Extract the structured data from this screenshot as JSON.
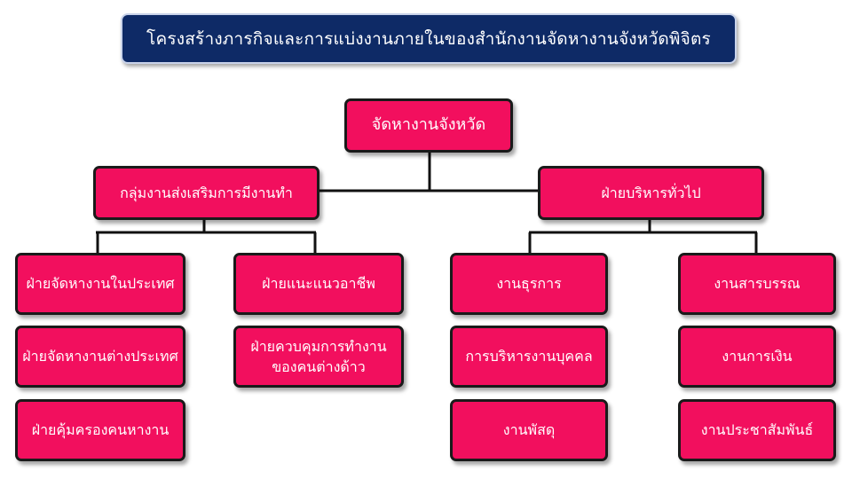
{
  "title": "โครงสร้างภารกิจและการแบ่งงานภายในของสำนักงานจัดหางานจังหวัดพิจิตร",
  "colors": {
    "box_fill": "#f20f5e",
    "title_bg": "#0e2a66",
    "line": "#111111"
  },
  "nodes": {
    "root": "จัดหางานจังหวัด",
    "left_group": "กลุ่มงานส่งเสริมการมีงานทำ",
    "right_group": "ฝ่ายบริหารทั่วไป",
    "domestic_jobs": "ฝ่ายจัดหางานในประเทศ",
    "overseas_jobs": "ฝ่ายจัดหางานต่างประเทศ",
    "worker_protection": "ฝ่ายคุ้มครองคนหางาน",
    "career_guidance": "ฝ่ายแนะแนวอาชีพ",
    "foreign_worker_control_line1": "ฝ่ายควบคุมการทำงาน",
    "foreign_worker_control_line2": "ของคนต่างด้าว",
    "admin_affairs": "งานธุรการ",
    "personnel": "การบริหารงานบุคคล",
    "supplies": "งานพัสดุ",
    "correspondence": "งานสารบรรณ",
    "finance": "งานการเงิน",
    "public_relations": "งานประชาสัมพันธ์"
  }
}
